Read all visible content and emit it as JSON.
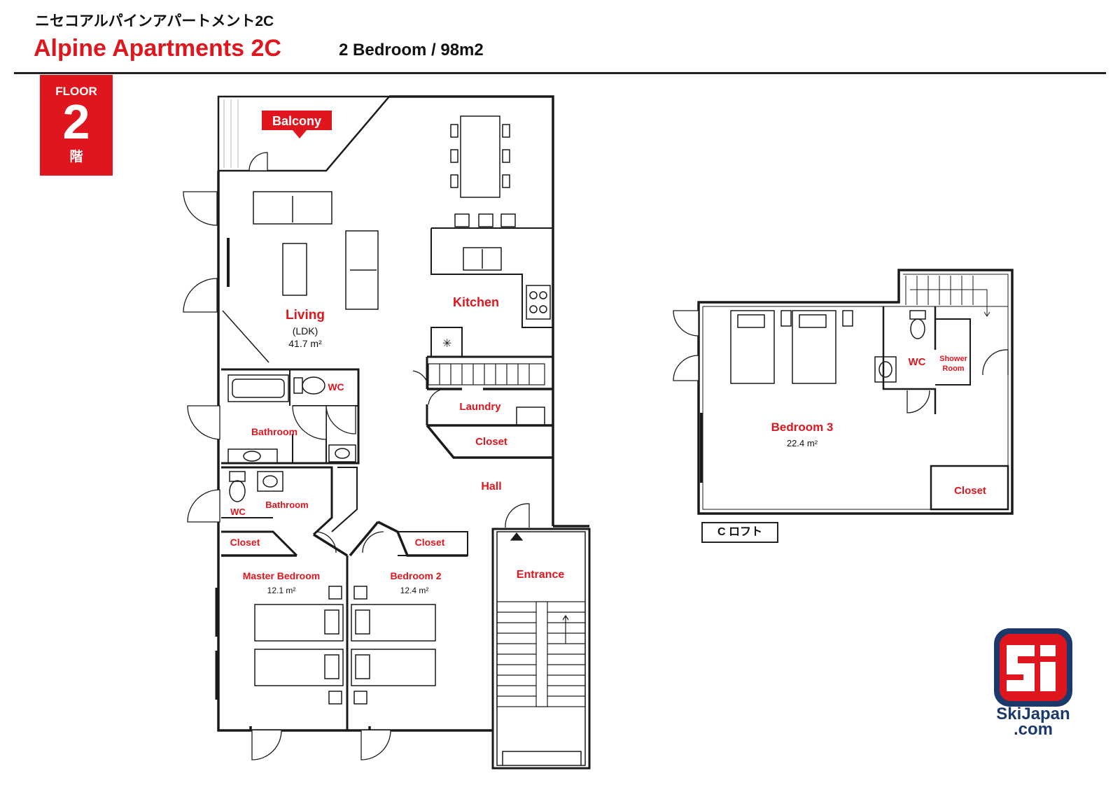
{
  "header": {
    "title_jp": "ニセコアルパインアパートメント2C",
    "title": "Alpine Apartments 2C",
    "subtitle": "2 Bedroom / 98m2"
  },
  "floor_badge": {
    "label": "FLOOR",
    "number": "2",
    "kanji": "階"
  },
  "rooms": {
    "balcony": "Balcony",
    "living": "Living",
    "living_sub": "(LDK)",
    "living_area": "41.7 m²",
    "kitchen": "Kitchen",
    "wc_main": "WC",
    "bathroom_main": "Bathroom",
    "laundry": "Laundry",
    "closet_hall": "Closet",
    "hall": "Hall",
    "wc_master": "WC",
    "bathroom_master": "Bathroom",
    "closet_master": "Closet",
    "closet_bed2": "Closet",
    "entrance": "Entrance",
    "master_bedroom": "Master Bedroom",
    "master_bedroom_area": "12.1 m²",
    "bedroom2": "Bedroom 2",
    "bedroom2_area": "12.4 m²",
    "bedroom3": "Bedroom 3",
    "bedroom3_area": "22.4 m²",
    "wc_loft": "WC",
    "shower_room_1": "Shower",
    "shower_room_2": "Room",
    "closet_loft": "Closet"
  },
  "loft_tag": "C ロフト",
  "logo": {
    "line1": "SkiJapan",
    "line2": ".com"
  },
  "colors": {
    "accent": "#e0161e",
    "wall": "#1a1a1a",
    "brand": "#1b3a6b"
  }
}
